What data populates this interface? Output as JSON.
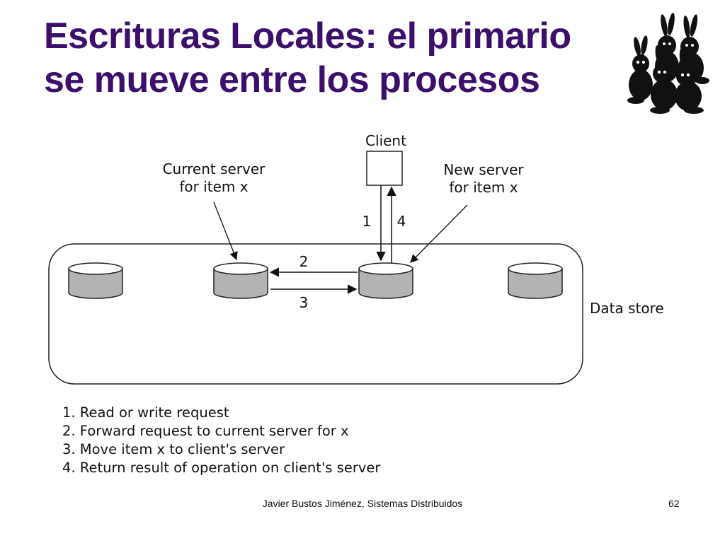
{
  "slide": {
    "title_line1": "Escrituras Locales: el primario",
    "title_line2": "se mueve entre los procesos",
    "footer": "Javier Bustos Jiménez, Sistemas Distribuidos",
    "page_number": "62"
  },
  "diagram": {
    "client_label": "Client",
    "current_server_label_1": "Current server",
    "current_server_label_2": "for item x",
    "new_server_label_1": "New server",
    "new_server_label_2": "for item x",
    "data_store_label": "Data store",
    "arrow_labels": {
      "a1": "1",
      "a2": "2",
      "a3": "3",
      "a4": "4"
    }
  },
  "steps": [
    "1. Read or write request",
    "2. Forward request to current server for x",
    "3. Move item x to client's server",
    "4. Return result of operation on client's server"
  ],
  "colors": {
    "title": "#3b0f6b",
    "disk_fill": "#b3b3b3"
  }
}
